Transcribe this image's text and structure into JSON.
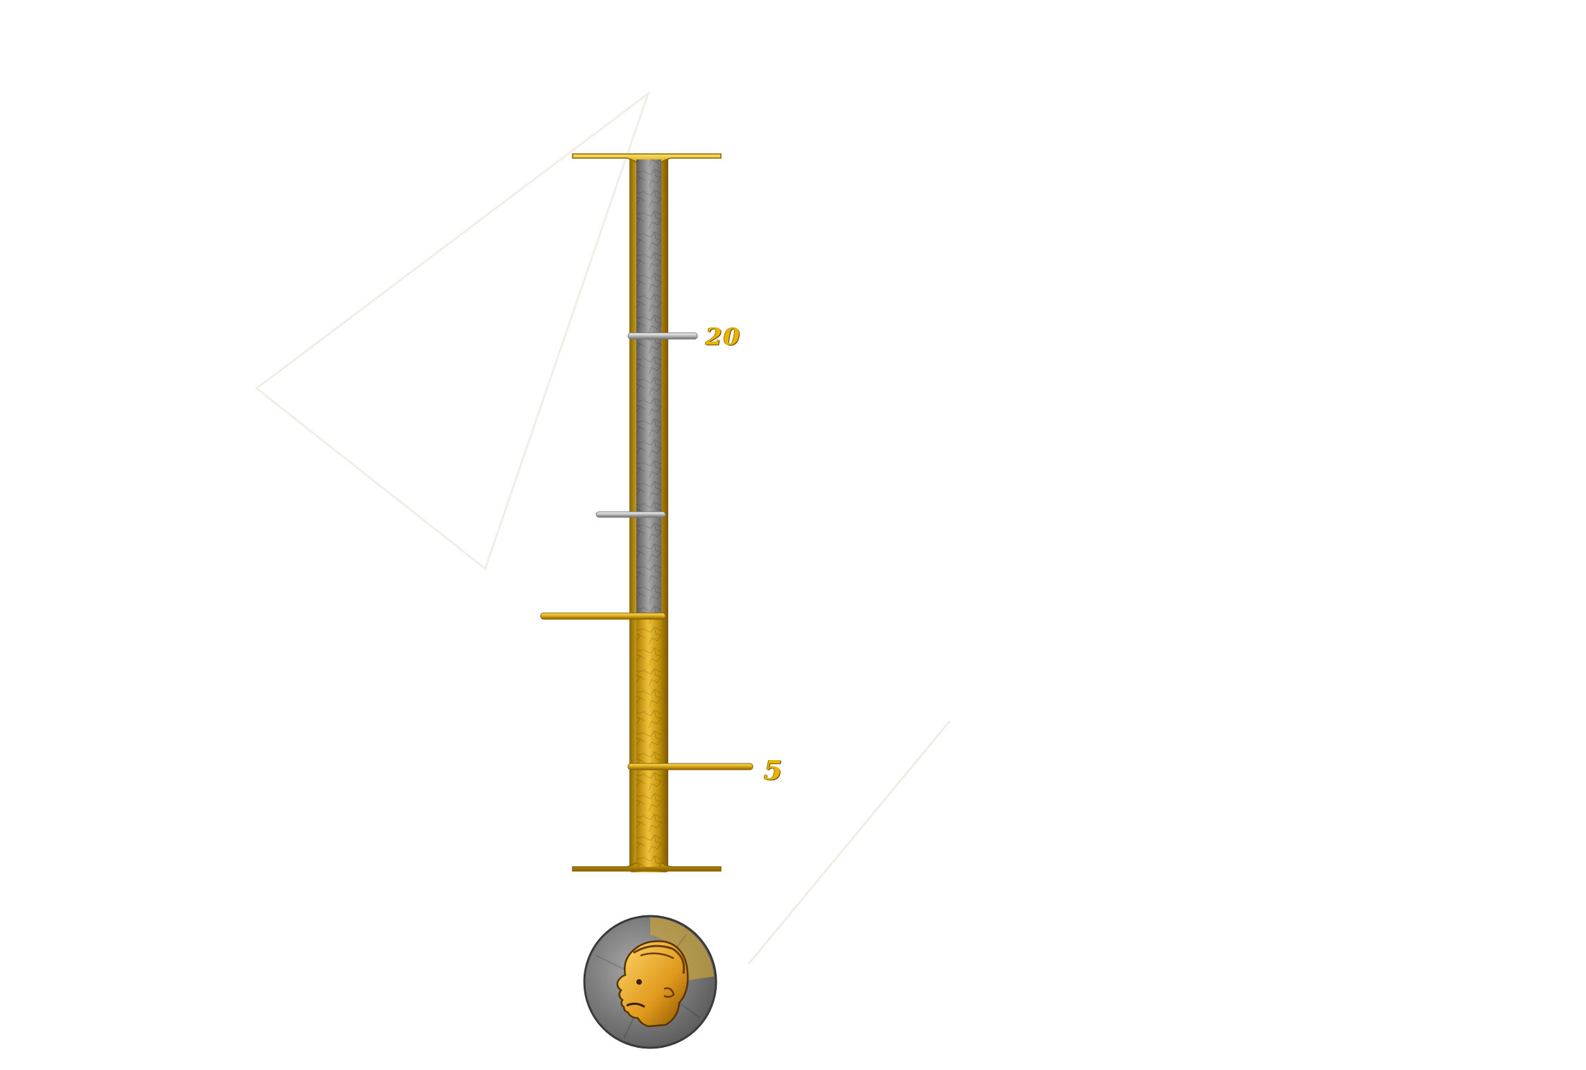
{
  "meter": {
    "top_value": "",
    "mark_high_label": "20",
    "mark_low_label": "5",
    "fill_fraction": 0.355,
    "fill_color": "#e3b02a",
    "empty_color": "#8e8e8e",
    "frame_color": "#c89a12"
  },
  "faint_text": {
    "top": "",
    "bottom": ""
  },
  "portrait": {
    "icon": "laughing-head-coin-icon"
  }
}
